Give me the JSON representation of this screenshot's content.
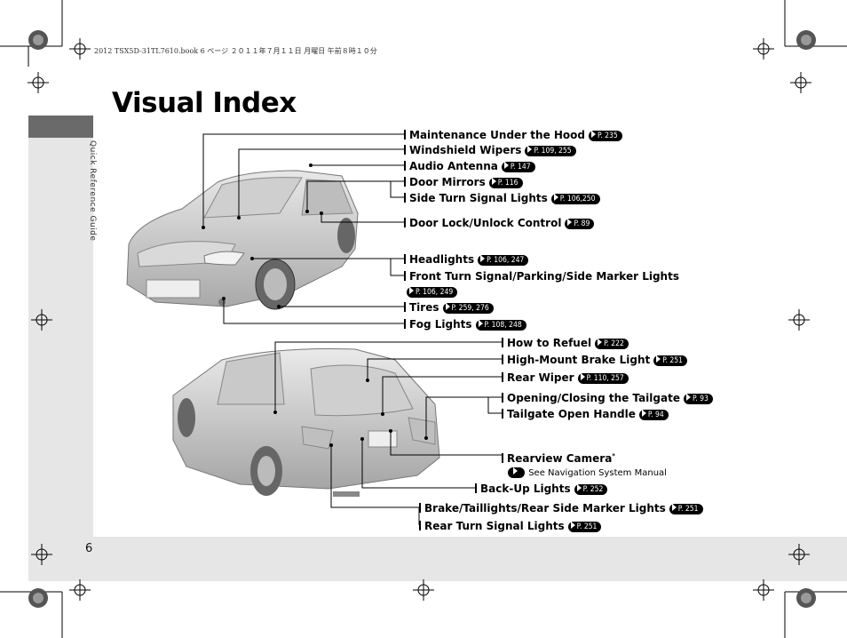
{
  "header": {
    "print_info": "2012  TSX5D-31TL7610.book  6 ページ  ２０１１年７月１１日  月曜日  午前８時１０分"
  },
  "page": {
    "title": "Visual Index",
    "section": "Quick Reference Guide",
    "number": "6"
  },
  "front_labels": [
    {
      "text": "Maintenance Under the Hood",
      "ref": "P. 235"
    },
    {
      "text": "Windshield Wipers",
      "ref": "P. 109, 255"
    },
    {
      "text": "Audio Antenna",
      "ref": "P. 147"
    },
    {
      "text": "Door Mirrors",
      "ref": "P. 116"
    },
    {
      "text": "Side Turn Signal Lights",
      "ref": "P. 106,250"
    },
    {
      "text": "Door Lock/Unlock Control",
      "ref": "P. 89"
    },
    {
      "text": "Headlights",
      "ref": "P. 106, 247"
    },
    {
      "text": "Front Turn Signal/Parking/Side Marker Lights",
      "ref": ""
    },
    {
      "text": "",
      "ref": "P. 106, 249"
    },
    {
      "text": "Tires",
      "ref": "P. 259, 276"
    },
    {
      "text": "Fog Lights",
      "ref": "P. 108, 248"
    }
  ],
  "rear_labels": [
    {
      "text": "How to Refuel",
      "ref": "P. 222"
    },
    {
      "text": "High-Mount Brake Light",
      "ref": "P. 251"
    },
    {
      "text": "Rear Wiper",
      "ref": "P. 110, 257"
    },
    {
      "text": "Opening/Closing the Tailgate",
      "ref": "P. 93"
    },
    {
      "text": "Tailgate Open Handle",
      "ref": "P. 94"
    },
    {
      "text": "Rearview Camera",
      "ref": ""
    },
    {
      "text": "See Navigation System Manual",
      "ref": ""
    },
    {
      "text": "Back-Up Lights",
      "ref": "P. 252"
    },
    {
      "text": "Brake/Taillights/Rear Side Marker Lights",
      "ref": "P. 251"
    },
    {
      "text": "Rear Turn Signal Lights",
      "ref": "P. 251"
    }
  ],
  "footnote_mark": "*"
}
